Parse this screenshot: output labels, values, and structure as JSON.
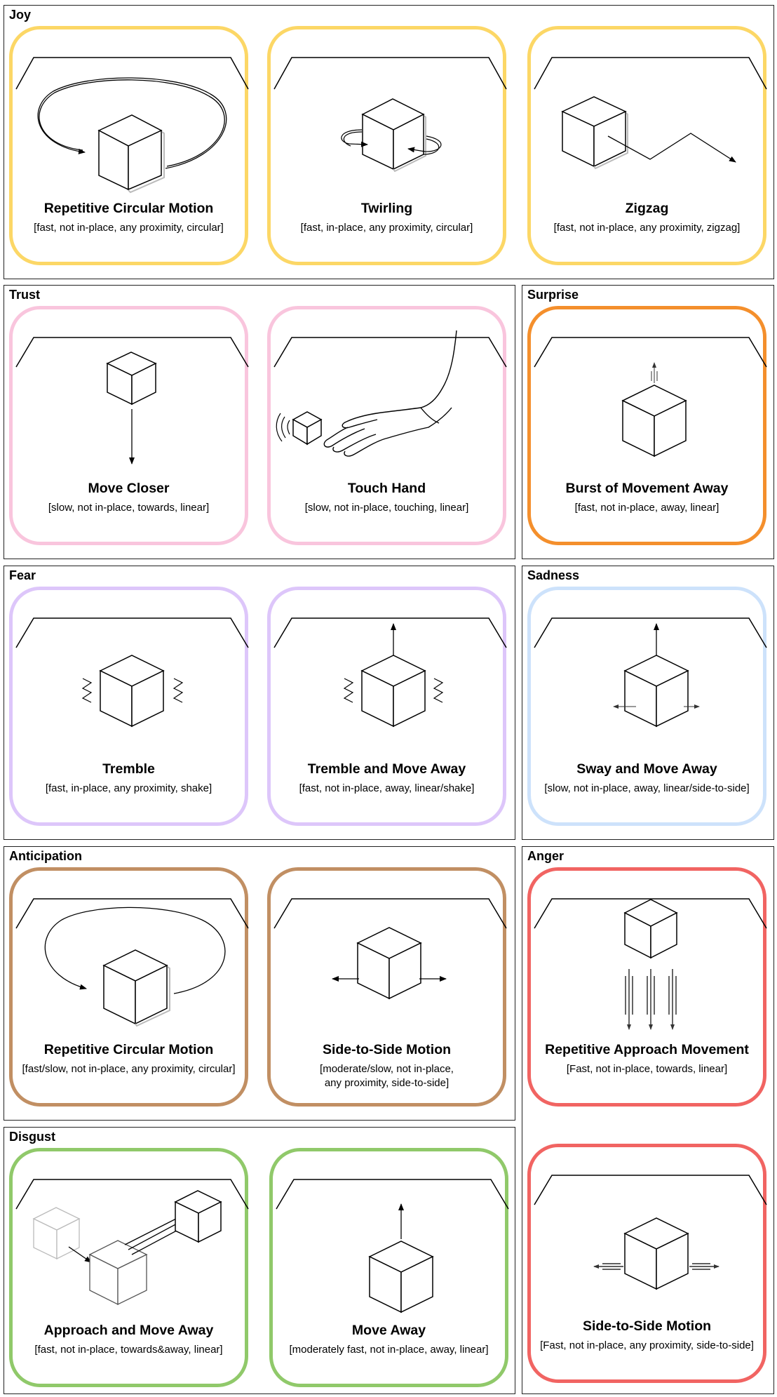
{
  "sections": {
    "joy": "Joy",
    "trust": "Trust",
    "surprise": "Surprise",
    "fear": "Fear",
    "sadness": "Sadness",
    "anticipation": "Anticipation",
    "anger": "Anger",
    "disgust": "Disgust"
  },
  "colors": {
    "joy": "#fcd766",
    "trust": "#f9c5dd",
    "surprise": "#f48f2c",
    "fear": "#ddc6fa",
    "sadness": "#cde2fb",
    "anticipation": "#c18f63",
    "anger": "#f16462",
    "disgust": "#90c96a"
  },
  "cards": {
    "joy_circular": {
      "title": "Repetitive Circular Motion",
      "desc": "[fast, not in-place, any proximity, circular]",
      "icon": "circular-motion"
    },
    "joy_twirling": {
      "title": "Twirling",
      "desc": "[fast, in-place, any proximity, circular]",
      "icon": "twirl"
    },
    "joy_zigzag": {
      "title": "Zigzag",
      "desc": "[fast, not in-place, any proximity, zigzag]",
      "icon": "zigzag"
    },
    "trust_closer": {
      "title": "Move Closer",
      "desc": "[slow, not in-place, towards, linear]",
      "icon": "move-closer"
    },
    "trust_touch": {
      "title": "Touch Hand",
      "desc": "[slow, not in-place, touching, linear]",
      "icon": "hand"
    },
    "surprise_burst": {
      "title": "Burst of Movement Away",
      "desc": "[fast, not in-place, away, linear]",
      "icon": "burst-away"
    },
    "fear_tremble": {
      "title": "Tremble",
      "desc": "[fast, in-place, any proximity, shake]",
      "icon": "tremble"
    },
    "fear_tremble_away": {
      "title": "Tremble and Move Away",
      "desc": "[fast, not in-place, away, linear/shake]",
      "icon": "tremble-away"
    },
    "sadness_sway": {
      "title": "Sway and Move Away",
      "desc": "[slow, not in-place, away, linear/side-to-side]",
      "icon": "sway-away"
    },
    "anticipation_circular": {
      "title": "Repetitive Circular Motion",
      "desc": "[fast/slow, not in-place, any proximity, circular]",
      "icon": "circular-motion"
    },
    "anticipation_side": {
      "title": "Side-to-Side Motion",
      "desc": "[moderate/slow, not in-place,\nany proximity, side-to-side]",
      "icon": "side-to-side"
    },
    "anger_approach": {
      "title": "Repetitive Approach Movement",
      "desc": "[Fast, not in-place, towards, linear]",
      "icon": "repeat-approach"
    },
    "anger_side": {
      "title": "Side-to-Side Motion",
      "desc": "[Fast, not in-place, any proximity, side-to-side]",
      "icon": "side-to-side-fast"
    },
    "disgust_approach": {
      "title": "Approach and Move Away",
      "desc": "[fast, not in-place, towards&away, linear]",
      "icon": "approach-away"
    },
    "disgust_away": {
      "title": "Move Away",
      "desc": "[moderately fast, not in-place, away, linear]",
      "icon": "move-away"
    }
  }
}
